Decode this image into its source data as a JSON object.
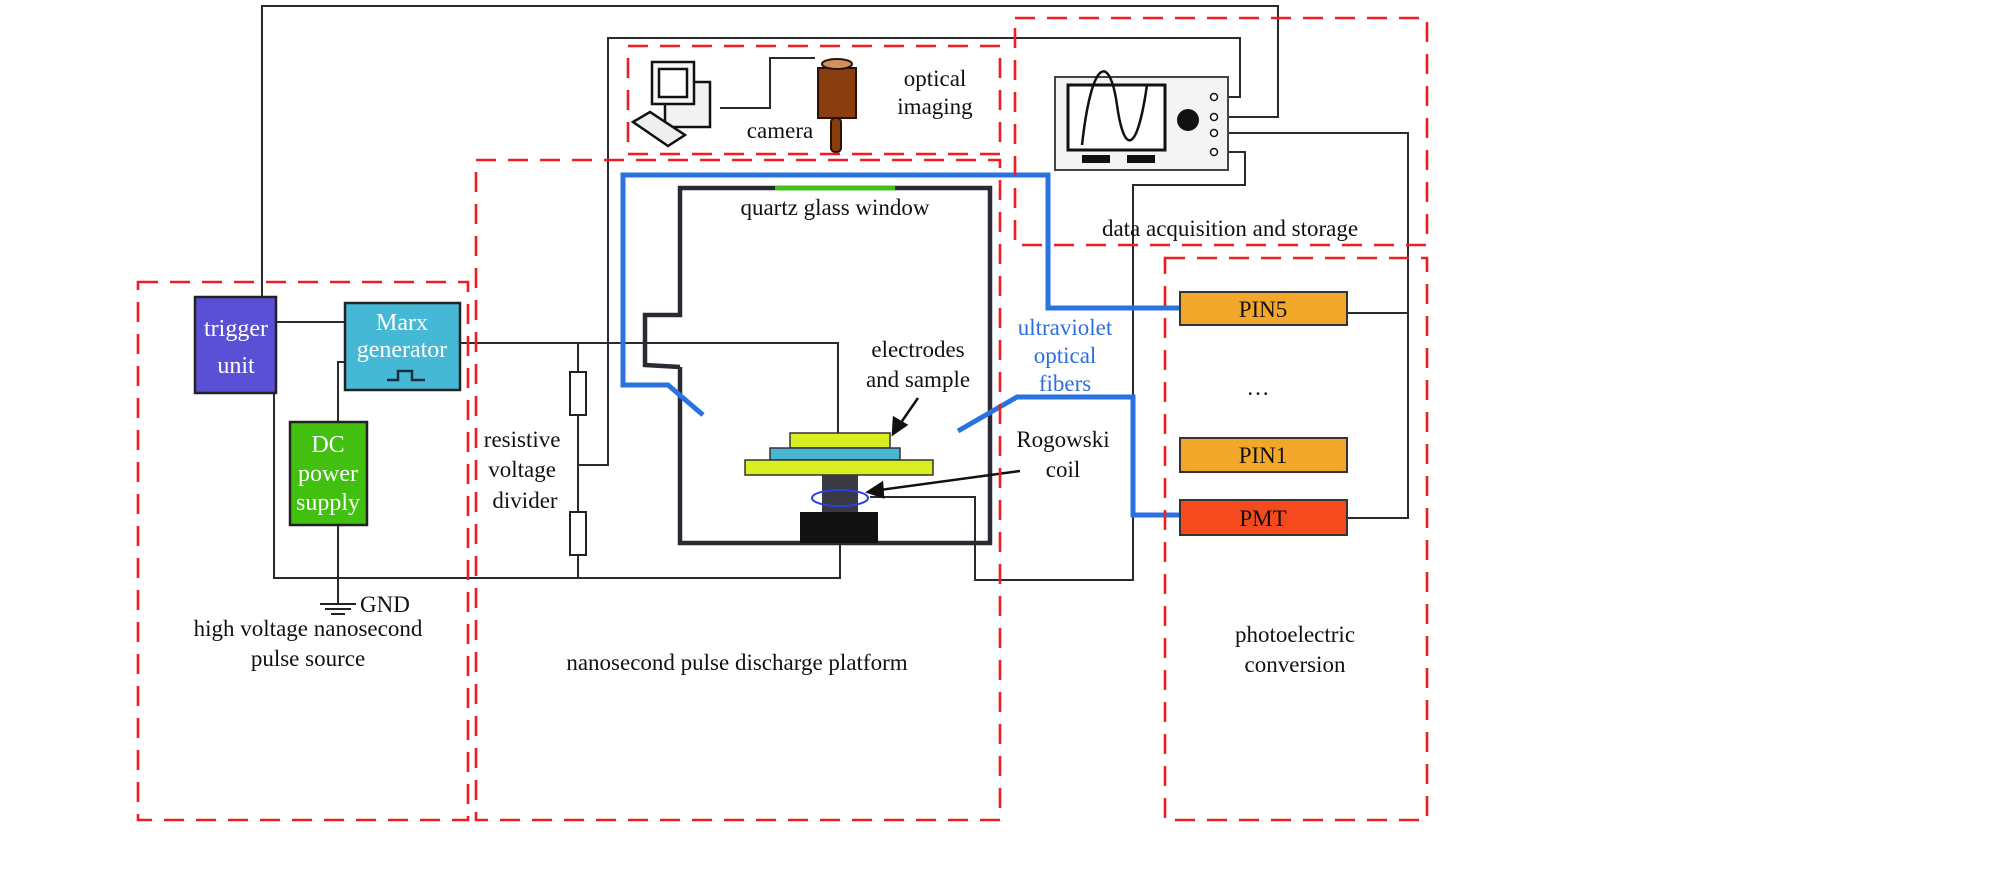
{
  "colors": {
    "trigger": "#5a50d6",
    "marx": "#45b8d6",
    "dc": "#42c010",
    "pin": "#f2a62a",
    "pmt": "#f44a1e",
    "fiber": "#2a72e0",
    "region": "#f01c24",
    "window": "#40c020",
    "electrode_yellow": "#d8ee20",
    "electrode_blue": "#4ab4d4"
  },
  "regions": {
    "source": [
      "high voltage nanosecond",
      "pulse source"
    ],
    "platform": "nanosecond pulse discharge platform",
    "optical": [
      "optical",
      "imaging"
    ],
    "daq": "data acquisition and storage",
    "photo": [
      "photoelectric",
      "conversion"
    ]
  },
  "blocks": {
    "trigger": [
      "trigger",
      "unit"
    ],
    "marx": [
      "Marx",
      "generator"
    ],
    "dc": [
      "DC",
      "power",
      "supply"
    ],
    "pin5": "PIN5",
    "pin1": "PIN1",
    "pmt": "PMT",
    "ellipsis": "…"
  },
  "labels": {
    "gnd": "GND",
    "divider": [
      "resistive",
      "voltage",
      "divider"
    ],
    "window": "quartz glass window",
    "electrodes": [
      "electrodes",
      "and sample"
    ],
    "rogowski": [
      "Rogowski",
      "coil"
    ],
    "fibers": [
      "ultraviolet",
      "optical",
      "fibers"
    ],
    "camera": "camera"
  },
  "icons": [
    "computer-icon",
    "camera-icon",
    "oscilloscope-icon",
    "ground-icon",
    "resistor-icon",
    "pulse-icon"
  ]
}
